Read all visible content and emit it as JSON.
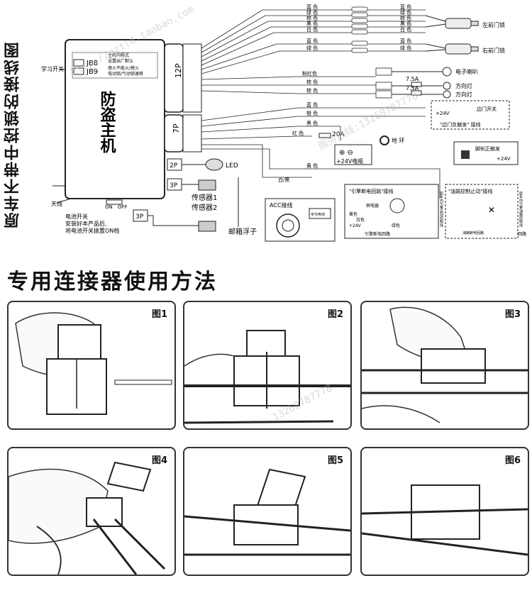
{
  "side_title": "原车不带中控锁的接线图",
  "section_title": "专用连接器使用方法",
  "main_unit": {
    "title": "防盗主机",
    "jb8": "JB8",
    "jb9": "JB9",
    "jb_note1": "主机内程式",
    "jb_note2": "设置出厂默认",
    "jb_note3": "熄火不能火/熄火",
    "jb_note4": "电动锁/气动锁速移",
    "learn_switch": "学习开关",
    "antenna": "天线",
    "on": "ON",
    "off": "OFF",
    "conn_12p": "12P",
    "conn_7p": "7P",
    "conn_2p": "2P",
    "conn_3p_a": "3P",
    "conn_3p_b": "3P"
  },
  "battery_note": [
    "电池开关",
    "安装好本产品后,",
    "将电池开关拨置ON档"
  ],
  "wires_left": [
    "蓝 色",
    "绿 色",
    "棕 色",
    "黑 色",
    "白 色",
    "蓝 色",
    "绿 色",
    "粉红色",
    "棕 色",
    "棕 色",
    "蓝 色",
    "橙 色",
    "黑 色",
    "红 色",
    "白/黑",
    "黄 色"
  ],
  "wires_right": [
    "蓝 色",
    "绿 色",
    "棕 色",
    "黑 色",
    "白 色",
    "蓝 色",
    "绿 色"
  ],
  "components": {
    "left_front_lock": "左前门锁",
    "right_front_lock": "右前门锁",
    "horn": "电子喇叭",
    "turn_light_1": "方向灯",
    "turn_light_2": "方向灯",
    "fuse_a": "7.5A",
    "fuse_b": "7.5A",
    "fuse_main": "20A",
    "door_switch": "边门开关",
    "door_trigger": "\"边门负触发\" 接线",
    "plus24v_a": "+24V",
    "handbrake": "脚刹正触发",
    "plus24v_b": "+24V",
    "ground": "地 环",
    "battery": "+24V电瓶",
    "led": "LED",
    "sensor1": "传感器1",
    "sensor2": "传感器2",
    "fuel_float": "邮箱浮子",
    "acc": "ACC接线",
    "acc_box": "专代电线",
    "engine_cut": "\"引擎断电回路\"接线",
    "engine_cut_sub": "引擎断电回路",
    "engine_side_note": "原车内引擎启动控制线",
    "oil_cut": "\"油路控制止动\"接线",
    "oil_cut_sub": "油路断电回路",
    "oil_side_note": "原车内引擎油路控制线",
    "oil_side_bottom": "回路",
    "relay": "继电器",
    "yellow": "黄色",
    "white": "白色",
    "green": "绿色",
    "plus24v_c": "+24V"
  },
  "figures": [
    "图1",
    "图2",
    "图3",
    "图4",
    "图5",
    "图6"
  ],
  "watermarks": [
    "http://gztld.taobao.com",
    "服务热线:13268787778",
    "13268787778"
  ]
}
